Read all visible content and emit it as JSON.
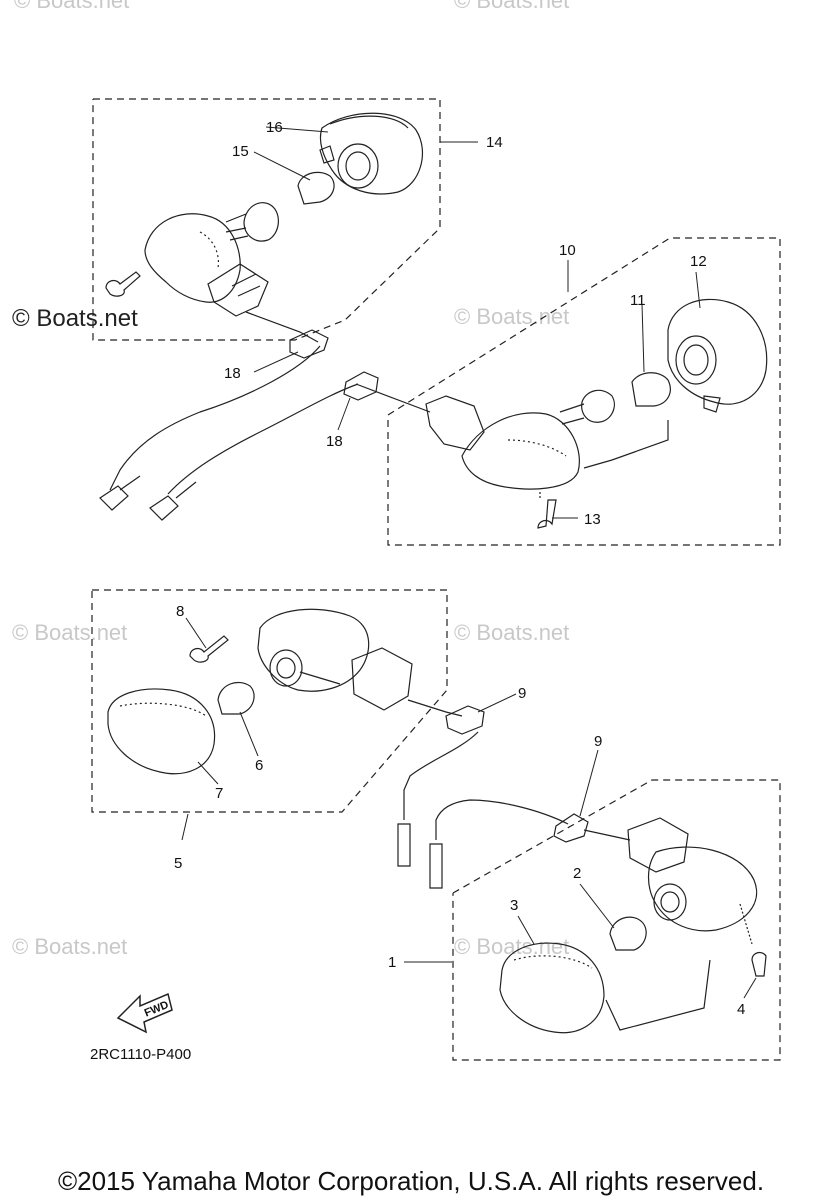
{
  "watermarks": {
    "top_left": "© Boats.net",
    "top_right": "© Boats.net",
    "mid_left_strong": "© Boats.net",
    "mid_right": "© Boats.net",
    "lower_left": "© Boats.net",
    "lower_right": "© Boats.net",
    "bottom_left": "© Boats.net",
    "bottom_right": "© Boats.net"
  },
  "callouts": {
    "c1": "1",
    "c2": "2",
    "c3": "3",
    "c4": "4",
    "c5": "5",
    "c6": "6",
    "c7": "7",
    "c8": "8",
    "c9a": "9",
    "c9b": "9",
    "c10": "10",
    "c11": "11",
    "c12": "12",
    "c13": "13",
    "c14": "14",
    "c15": "15",
    "c16": "16",
    "c18a": "18",
    "c18b": "18"
  },
  "fwd_label": "FWD",
  "diagram_code": "2RC1110-P400",
  "copyright": "©2015 Yamaha Motor Corporation, U.S.A. All rights reserved."
}
